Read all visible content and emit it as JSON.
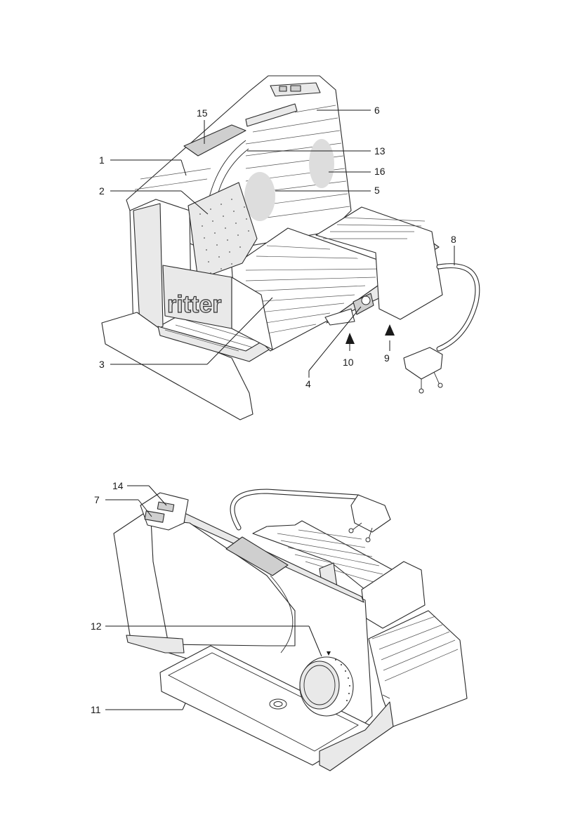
{
  "figure_top": {
    "brand_logo": "ritter",
    "labels": [
      "1",
      "2",
      "3",
      "4",
      "5",
      "6",
      "8",
      "9",
      "10",
      "13",
      "15",
      "16"
    ]
  },
  "figure_bottom": {
    "labels": [
      "7",
      "11",
      "12",
      "14"
    ]
  }
}
